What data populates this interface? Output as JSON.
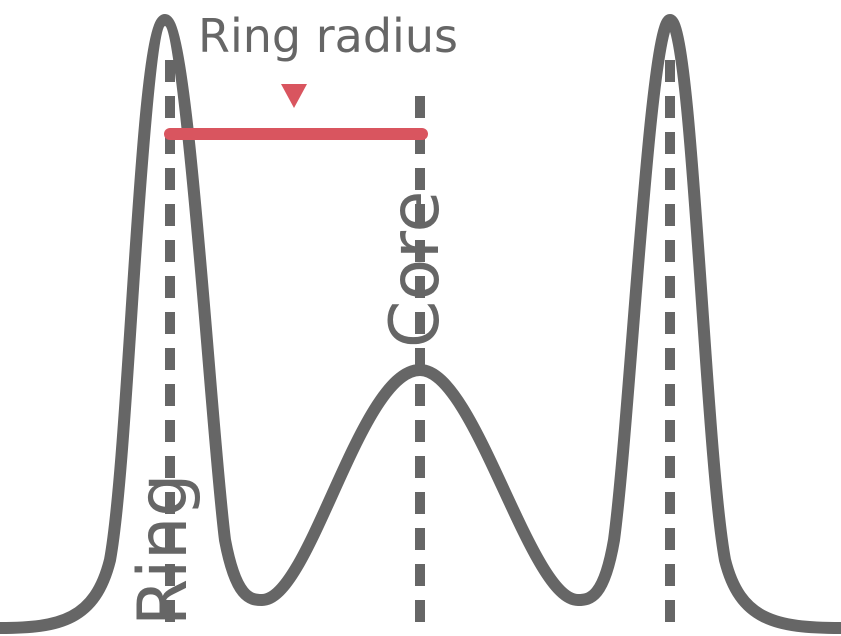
{
  "labels": {
    "ring_radius": "Ring radius",
    "ring": "Ring",
    "core": "Core"
  },
  "colors": {
    "curve": "#666666",
    "accent": "#d9555f",
    "background": "#ffffff"
  }
}
